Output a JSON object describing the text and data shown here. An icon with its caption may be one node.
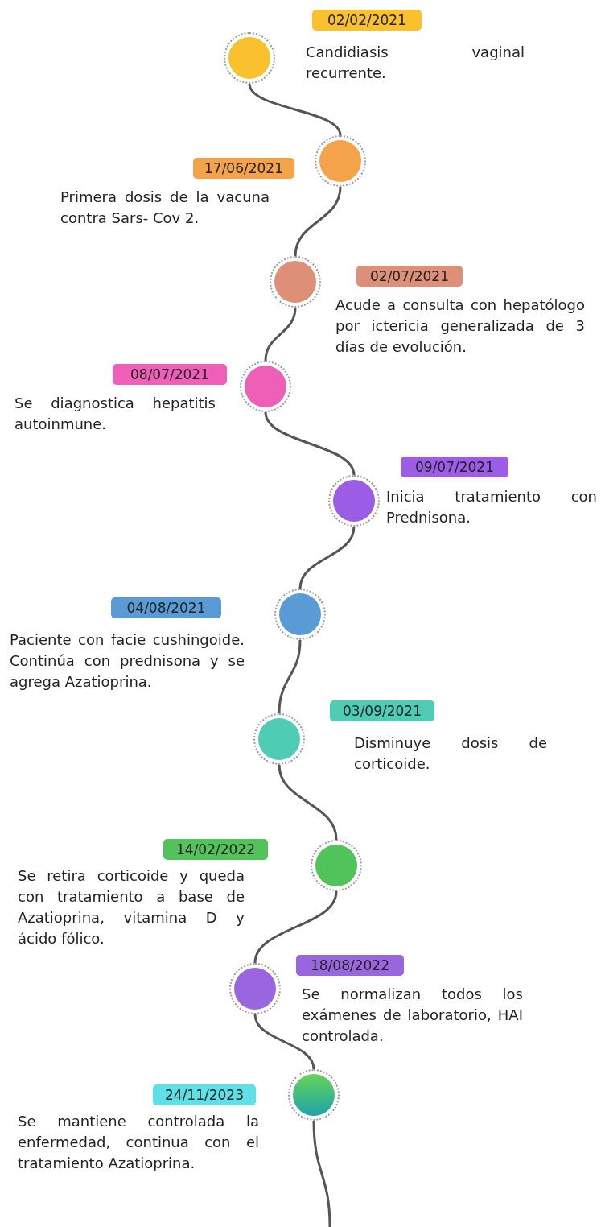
{
  "diagram": {
    "nodes": [
      {
        "text": [
          "02/02/2021"
        ],
        "beside": [
          "Candidiasis vaginal recurrente."
        ]
      },
      {
        "text": [],
        "shape": "circle"
      },
      {
        "text": [
          "17/06/2021"
        ],
        "beside": [
          "Primera dosis de la vacuna contra Sars- Cov 2."
        ]
      },
      {
        "text": [],
        "shape": "circle"
      },
      {
        "text": [
          "02/07/2021"
        ],
        "beside": [
          "Acude a consulta con hepatólogo por ictericia generalizada de 3 días de evolución."
        ]
      },
      {
        "text": [],
        "shape": "circle"
      },
      {
        "text": [
          "08/07/2021"
        ],
        "beside": [
          "Se diagnostica hepatitis autoinmune."
        ]
      },
      {
        "text": [],
        "shape": "circle"
      },
      {
        "text": [
          "09/07/2021"
        ],
        "beside": [
          "Inicia tratamiento con Prednisona."
        ]
      },
      {
        "text": [],
        "shape": "circle"
      },
      {
        "text": [
          "04/08/2021"
        ],
        "beside": [
          "Paciente con facie cushingoide. Continúa con prednisona y se agrega Azatioprina."
        ]
      },
      {
        "text": [],
        "shape": "circle"
      },
      {
        "text": [
          "03/09/2021"
        ],
        "beside": [
          "Disminuye dosis de corticoide."
        ]
      },
      {
        "text": [],
        "shape": "circle"
      },
      {
        "text": [
          "14/02/2022"
        ],
        "beside": [
          "Se retira corticoide y queda con tratamiento a base de Azatioprina, vitamina D y ácido fólico."
        ]
      },
      {
        "text": [],
        "shape": "circle"
      },
      {
        "text": [
          "18/08/2022"
        ],
        "beside": [
          "Se normalizan todos los exámenes de laboratorio, HAI controlada."
        ]
      },
      {
        "text": [],
        "shape": "circle"
      },
      {
        "text": [
          "24/11/2023"
        ],
        "beside": [
          "Se mantiene controlada la enfermedad, continua con el tratamiento Azatioprina."
        ]
      },
      {
        "text": [],
        "shape": "circle"
      }
    ],
    "edges": [
      {
        "from": 1,
        "to": 3,
        "arrow": "none"
      },
      {
        "from": 3,
        "to": 5,
        "arrow": "none"
      },
      {
        "from": 5,
        "to": 7,
        "arrow": "none"
      },
      {
        "from": 7,
        "to": 9,
        "arrow": "none"
      },
      {
        "from": 9,
        "to": 11,
        "arrow": "none"
      },
      {
        "from": 11,
        "to": 13,
        "arrow": "none"
      },
      {
        "from": 13,
        "to": 15,
        "arrow": "none"
      },
      {
        "from": 15,
        "to": 17,
        "arrow": "none"
      },
      {
        "from": 17,
        "to": 19,
        "arrow": "none"
      },
      {
        "from": 19,
        "to": null,
        "arrow": "none"
      }
    ]
  }
}
